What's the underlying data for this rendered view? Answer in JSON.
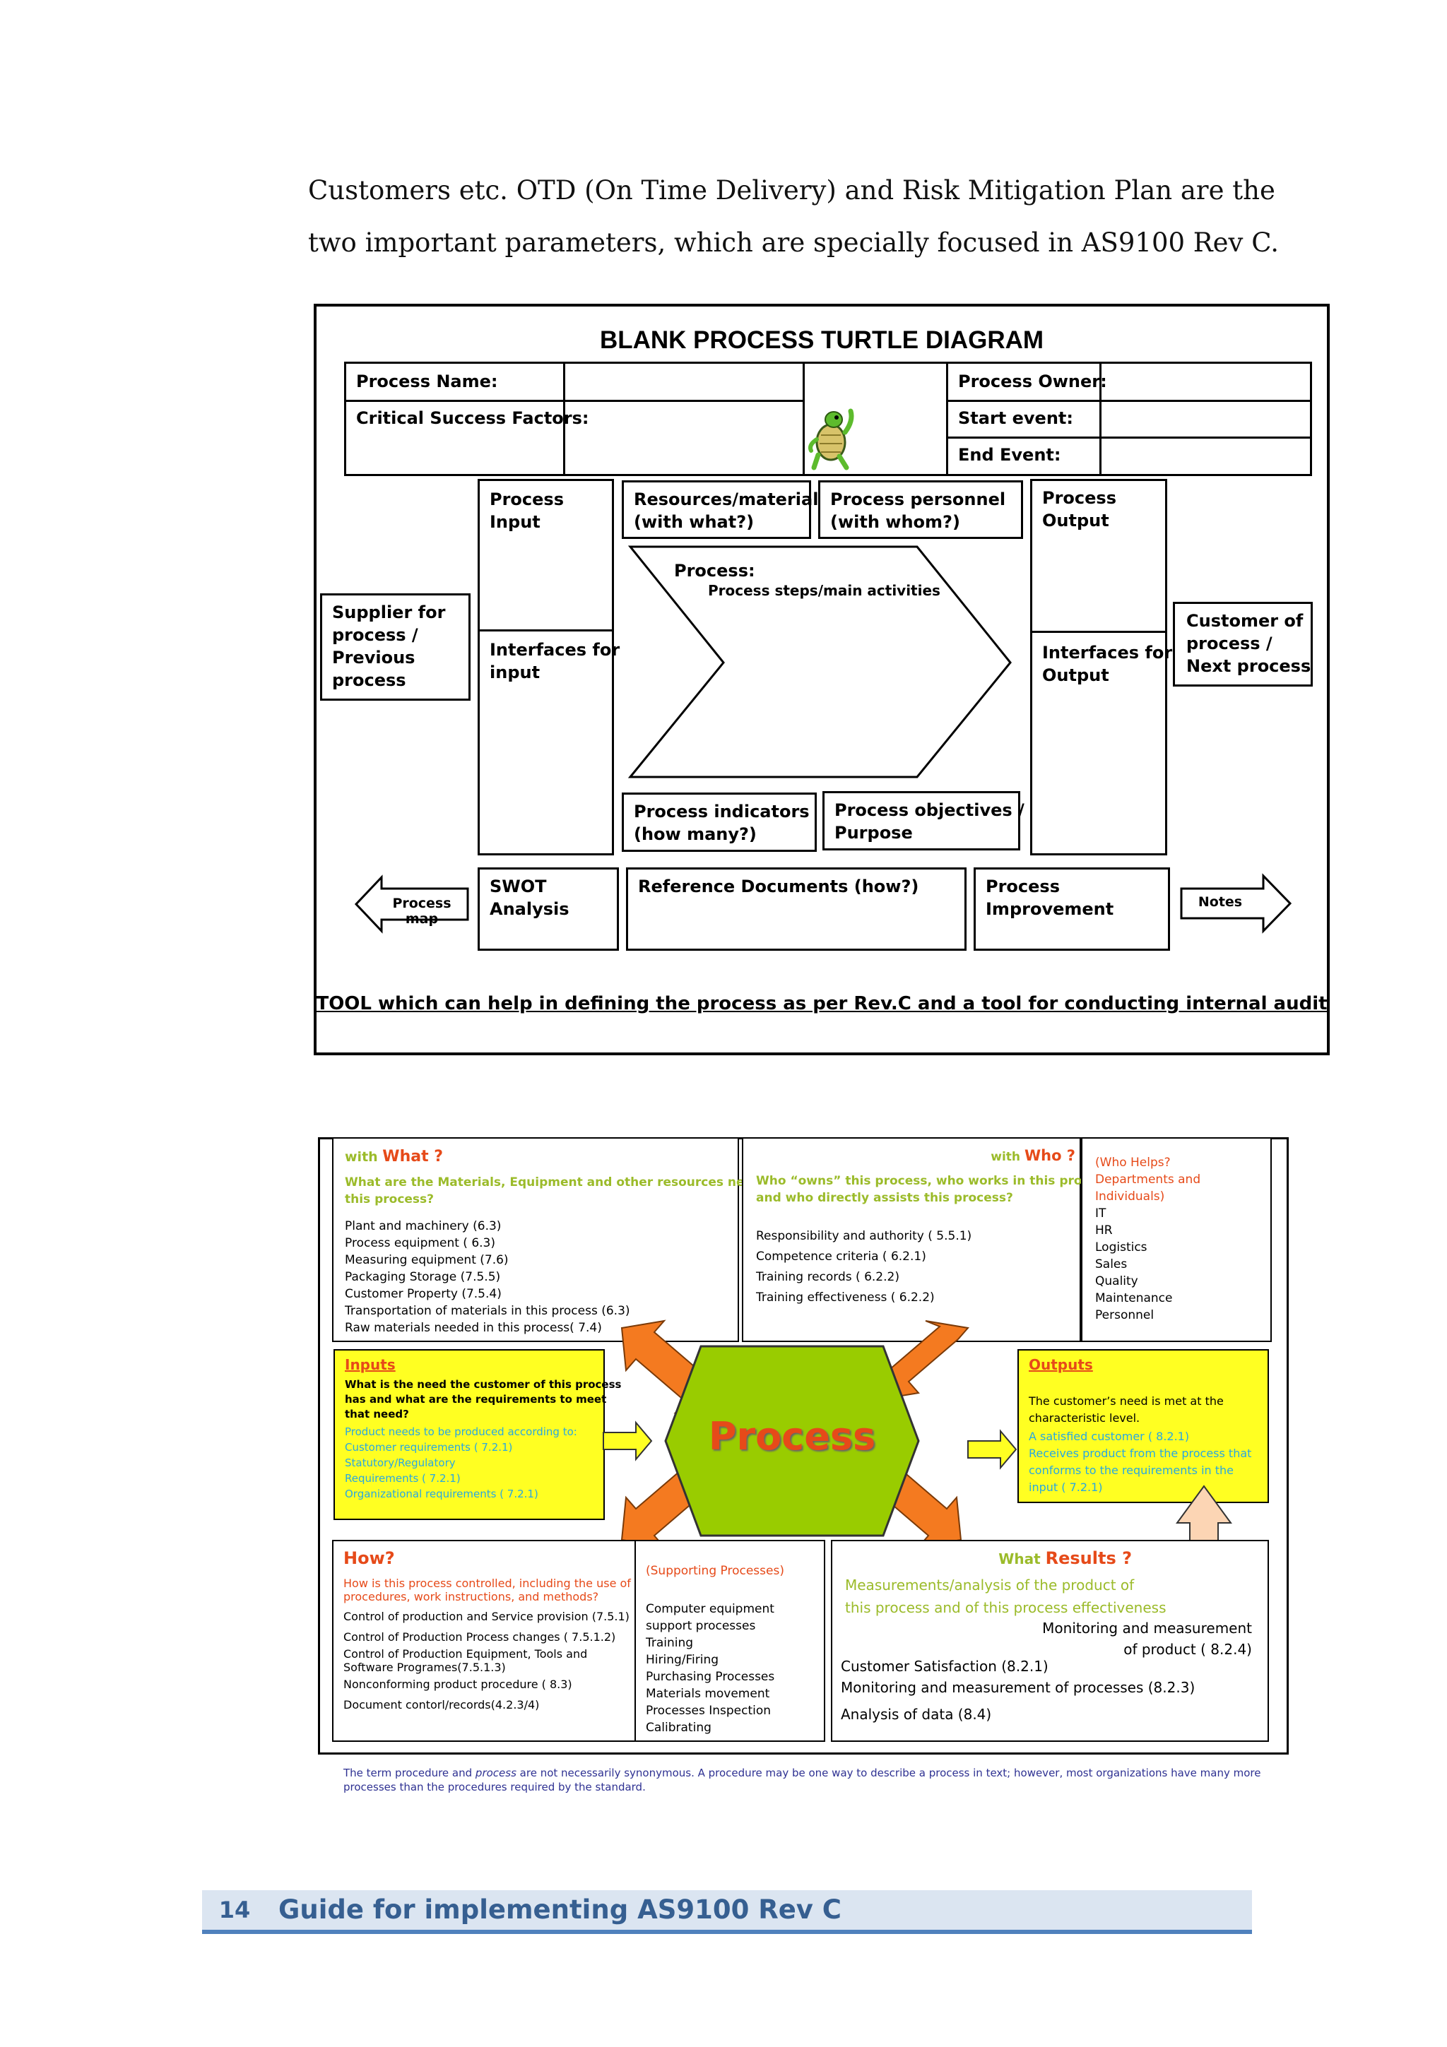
{
  "intro": {
    "line1": "Customers etc. OTD (On Time Delivery) and Risk Mitigation Plan are the",
    "line2": "two important parameters, which are specially focused in AS9100 Rev C."
  },
  "turtle": {
    "title": "BLANK  PROCESS TURTLE DIAGRAM",
    "header": {
      "process_name": "Process Name:",
      "csf": "Critical Success Factors:",
      "process_owner": "Process Owner:",
      "start_event": "Start event:",
      "end_event": "End Event:"
    },
    "process_input": "Process Input",
    "resources": [
      "Resources/material",
      "(with what?)"
    ],
    "personnel": [
      "Process personnel",
      "(with whom?)"
    ],
    "process_output": [
      "Process",
      "Output"
    ],
    "supplier": [
      "Supplier for",
      "process /",
      "Previous",
      "process"
    ],
    "interfaces_input": [
      "Interfaces for",
      "input"
    ],
    "process_label": "Process:",
    "process_steps": "Process steps/main activities",
    "interfaces_output": [
      "Interfaces for",
      "Output"
    ],
    "customer": [
      "Customer of",
      "process /",
      "Next process"
    ],
    "indicators": [
      "Process indicators",
      "(how many?)"
    ],
    "objectives": [
      "Process objectives /",
      "Purpose"
    ],
    "process_map": "Process map",
    "swot": [
      "SWOT",
      "Analysis"
    ],
    "reference_docs": "Reference Documents (how?)",
    "improvement": [
      "Process",
      "Improvement"
    ],
    "notes": "Notes",
    "tool_caption": "TOOL  which can help in defining the process as per Rev.C and a tool for conducting internal audit"
  },
  "detail": {
    "what": {
      "with": "with ",
      "title": "What ?",
      "question": [
        "What are the Materials, Equipment and other resources needed by",
        "this process?"
      ],
      "items": [
        "Plant and machinery (6.3)",
        "Process equipment ( 6.3)",
        "Measuring equipment (7.6)",
        "Packaging Storage (7.5.5)",
        "Customer Property (7.5.4)",
        "Transportation of materials in this process (6.3)",
        "Raw materials needed in this process( 7.4)"
      ]
    },
    "who": {
      "with": "with ",
      "title": "Who ?",
      "question": [
        "Who “owns” this process, who works in this process,",
        "and who directly assists this process?"
      ],
      "items": [
        "Responsibility and authority ( 5.5.1)",
        "Competence criteria ( 6.2.1)",
        "Training records ( 6.2.2)",
        "Training effectiveness ( 6.2.2)"
      ]
    },
    "who_helps": {
      "header": [
        "(Who Helps?",
        "Departments and",
        "Individuals)"
      ],
      "items": [
        "IT",
        "HR",
        "Logistics",
        "Sales",
        "Quality",
        "Maintenance",
        "Personnel"
      ]
    },
    "inputs": {
      "title": "Inputs",
      "question": [
        "What is the need the customer of this process",
        "has and what are the requirements to meet",
        "that need?"
      ],
      "items": [
        "Product needs to be produced according to:",
        "Customer requirements ( 7.2.1)",
        "Statutory/Regulatory",
        "Requirements ( 7.2.1)",
        "Organizational requirements ( 7.2.1)"
      ]
    },
    "process_center": "Process",
    "outputs": {
      "title": "Outputs",
      "text": [
        "The  customer’s  need  is  met  at  the",
        "characteristic level."
      ],
      "items": [
        "A satisfied customer ( 8.2.1)",
        "Receives product from the process that",
        "conforms  to  the  requirements  in  the",
        "input ( 7.2.1)"
      ]
    },
    "how": {
      "title": "How?",
      "question": [
        "How is this process controlled, including the use of",
        "procedures, work instructions, and methods?"
      ],
      "items": [
        "Control of production and Service provision (7.5.1)",
        "Control of Production Process changes ( 7.5.1.2)",
        "Control of Production Equipment, Tools and",
        "Software Programes(7.5.1.3)",
        "Nonconforming product procedure ( 8.3)",
        "Document contorl/records(4.2.3/4)"
      ]
    },
    "supporting": {
      "header": "(Supporting Processes)",
      "items": [
        "Computer equipment",
        "support processes",
        "Training",
        "Hiring/Firing",
        "Purchasing Processes",
        "Materials movement",
        "Processes Inspection",
        "Calibrating"
      ]
    },
    "results": {
      "what": "What ",
      "title": "Results ?",
      "subtitle": [
        "Measurements/analysis of the product of",
        "this process and of this process effectiveness"
      ],
      "monitoring": [
        "Monitoring and measurement",
        "of product ( 8.2.4)"
      ],
      "items": [
        "Customer Satisfaction (8.2.1)",
        "Monitoring and measurement of processes (8.2.3)",
        "Analysis of data (8.4)"
      ]
    },
    "footnote_a": "The term procedure and ",
    "footnote_em": "process",
    "footnote_b": " are not necessarily synonymous. A  procedure may be one way to describe a  process in text; however, most organizations have many more",
    "footnote_line2": "processes than the procedures required by the standard."
  },
  "footer": {
    "page_number": "14",
    "title": "Guide for implementing AS9100 Rev C"
  },
  "colors": {
    "green": "#9bbb2a",
    "red": "#e64a19",
    "blue": "#29a8e0",
    "yellow": "#ffff22",
    "orange_arrow": "#f47a20",
    "footer_band": "#dbe5f1",
    "footer_text": "#365f91"
  }
}
